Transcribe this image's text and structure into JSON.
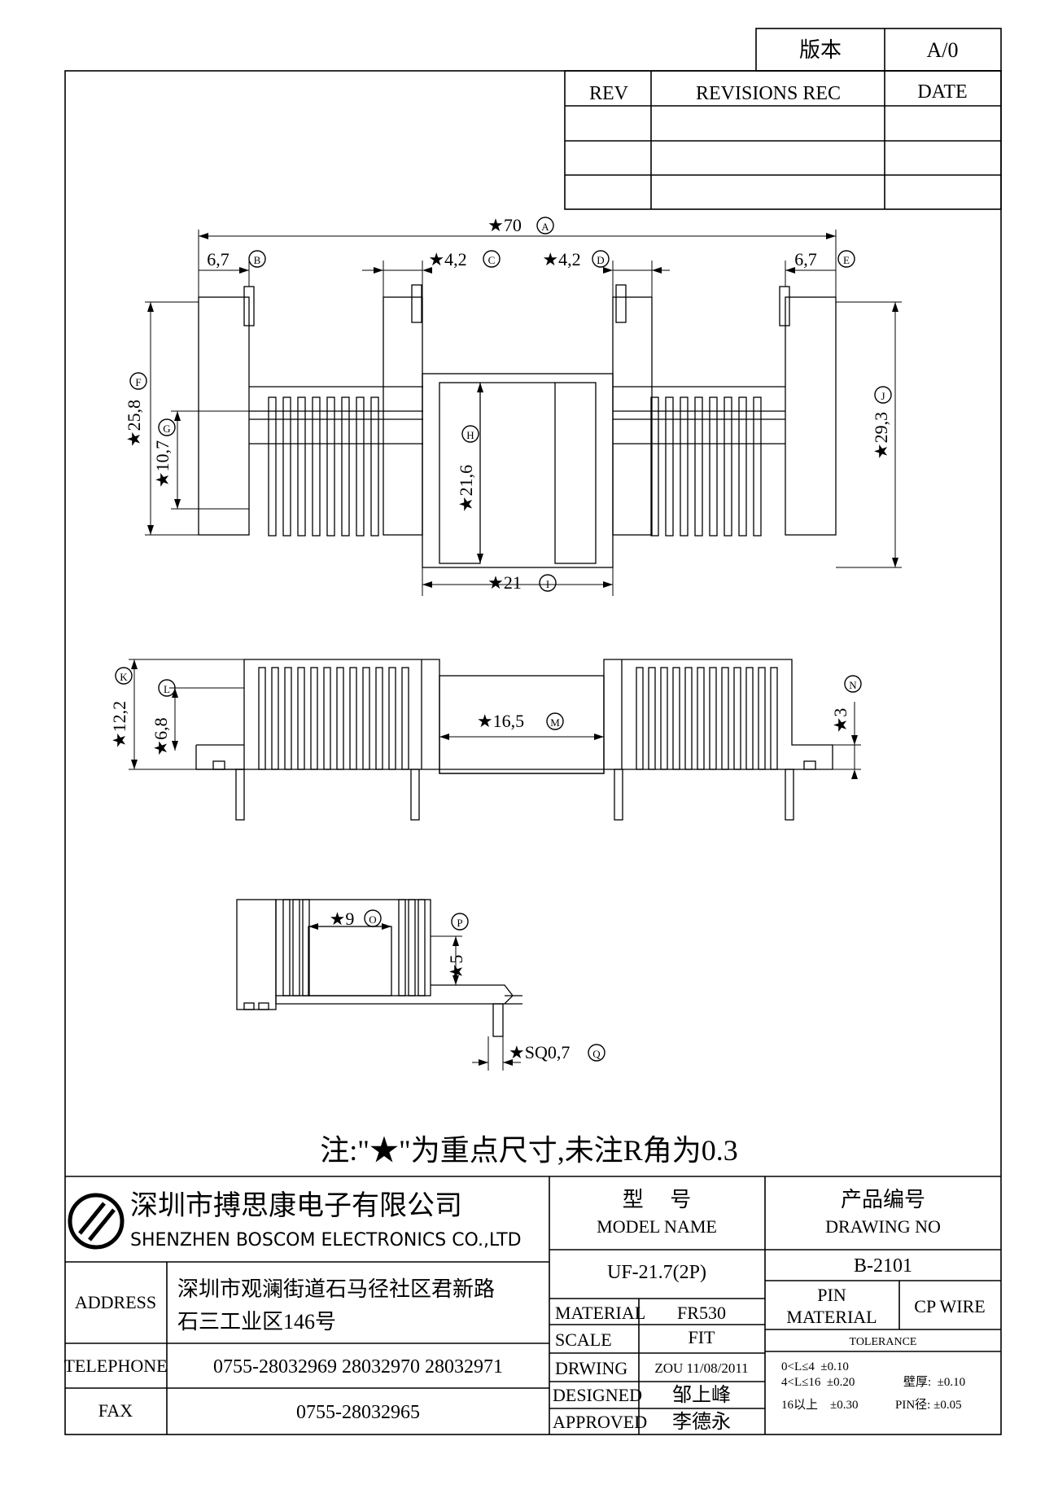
{
  "version_box": {
    "label": "版本",
    "value": "A/0"
  },
  "revision_table": {
    "headers": [
      "REV",
      "REVISIONS REC",
      "DATE"
    ],
    "rows": [
      [
        "",
        "",
        ""
      ],
      [
        "",
        "",
        ""
      ],
      [
        "",
        "",
        ""
      ]
    ]
  },
  "dimensions": {
    "A": "★70",
    "B": "6,7",
    "C": "★4,2",
    "D": "★4,2",
    "E": "6,7",
    "F": "★25,8",
    "G": "★10,7",
    "H": "★21,6",
    "I": "★21",
    "J": "★29,3",
    "K": "★12,2",
    "L": "★6,8",
    "M": "★16,5",
    "N": "★3",
    "O": "★9",
    "P": "★5",
    "Q": "★SQ0,7"
  },
  "note": "注:\"★\"为重点尺寸,未注R角为0.3",
  "company": {
    "name_cn": "深圳市搏思康电子有限公司",
    "name_en": "SHENZHEN BOSCOM ELECTRONICS CO.,LTD",
    "address_label": "ADDRESS",
    "address_line1": "深圳市观澜街道石马径社区君新路",
    "address_line2": "石三工业区146号",
    "telephone_label": "TELEPHONE",
    "telephone": "0755-28032969 28032970 28032971",
    "fax_label": "FAX",
    "fax": "0755-28032965"
  },
  "model": {
    "label_cn": "型     号",
    "label_en": "MODEL NAME",
    "value": "UF-21.7(2P)"
  },
  "drawing_no": {
    "label_cn": "产品编号",
    "label_en": "DRAWING NO",
    "value": "B-2101"
  },
  "specs": {
    "material_label": "MATERIAL",
    "material": "FR530",
    "scale_label": "SCALE",
    "scale": "FIT",
    "drwing_label": "DRWING",
    "drwing": "ZOU 11/08/2011",
    "designed_label": "DESIGNED",
    "designed": "邹上峰",
    "approved_label": "APPROVED",
    "approved": "李德永"
  },
  "pin": {
    "label_line1": "PIN",
    "label_line2": "MATERIAL",
    "value": "CP WIRE"
  },
  "tolerance": {
    "label": "TOLERANCE",
    "line1": "0<L≤4  ±0.10",
    "line2a": "4<L≤16  ±0.20",
    "line2b": "壁厚:  ±0.10",
    "line3a": "16以上    ±0.30",
    "line3b": "PIN径: ±0.05"
  },
  "colors": {
    "line": "#000000",
    "paper": "#ffffff"
  }
}
